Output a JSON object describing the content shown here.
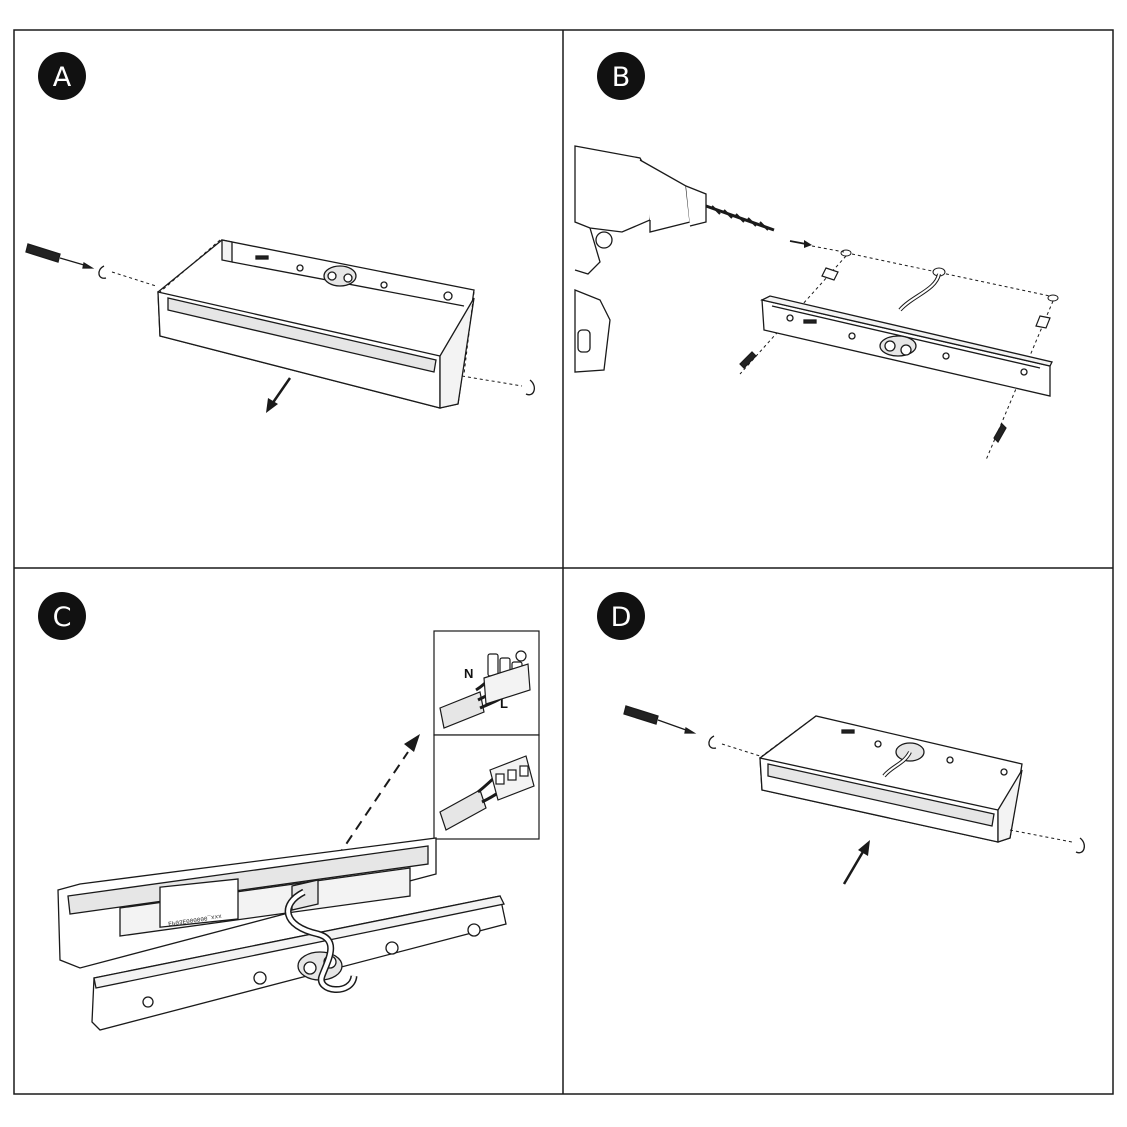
{
  "panels": [
    {
      "id": "A",
      "label": "A"
    },
    {
      "id": "B",
      "label": "B"
    },
    {
      "id": "C",
      "label": "C"
    },
    {
      "id": "D",
      "label": "D"
    }
  ],
  "wiring": {
    "neutral_label": "N",
    "live_label": "L",
    "ground_symbol": "⏚"
  },
  "product_label": "EP03E000000_xxx",
  "colors": {
    "line": "#1a1a1a",
    "badge": "#111111",
    "fill": "#ffffff",
    "shade": "#e6e6e6"
  }
}
